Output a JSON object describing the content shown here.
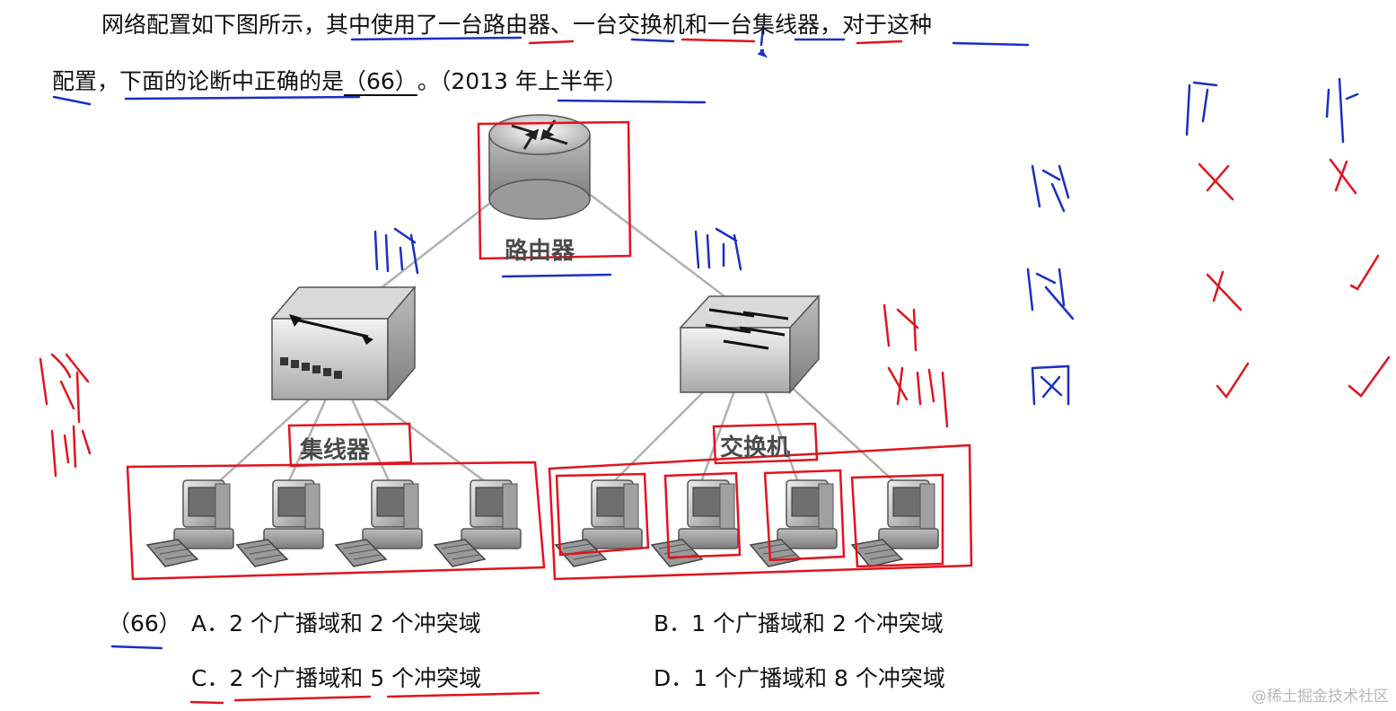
{
  "question": {
    "line1": "网络配置如下图所示，其中使用了一台路由器、一台交换机和一台集线器，对于这种",
    "line2_before": "配置，下面的论断中正确的是",
    "blank": "（66）",
    "line2_after": "。（2013 年上半年）"
  },
  "diagram": {
    "router_label": "路由器",
    "hub_label": "集线器",
    "switch_label": "交换机"
  },
  "options": {
    "number": "（66）",
    "a": "A．2 个广播域和 2 个冲突域",
    "b": "B．1 个广播域和 2 个冲突域",
    "c": "C．2 个广播域和 5 个冲突域",
    "d": "D．1 个广播域和 8 个冲突域"
  },
  "colors": {
    "annotation_red": "#e0141e",
    "annotation_blue": "#1a2fc4"
  },
  "watermark": "@稀土掘金技术社区"
}
